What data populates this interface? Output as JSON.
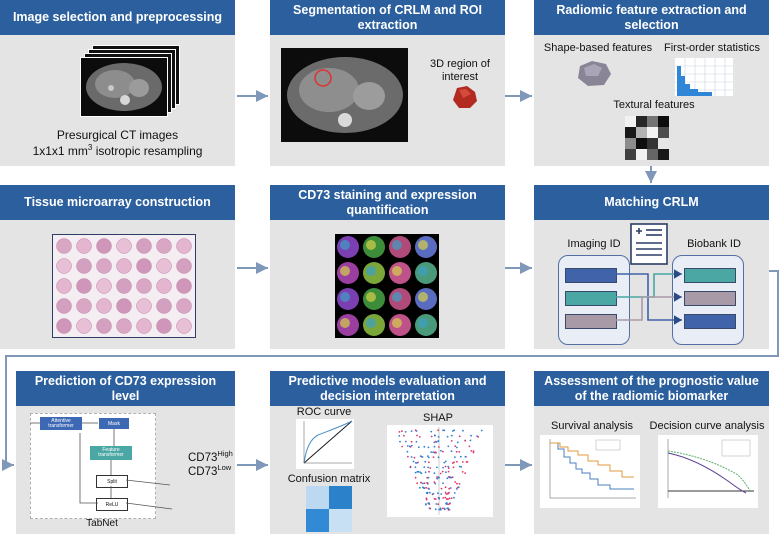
{
  "panels": {
    "p1": {
      "title": "Image selection and preprocessing",
      "caption_line1": "Presurgical CT images",
      "caption_line2_pre": "1x1x1 mm",
      "caption_sup": "3",
      "caption_line2_post": " isotropic resampling"
    },
    "p2": {
      "title_line1": "Segmentation of CRLM and ROI",
      "title_line2": "extraction",
      "roi_label_line1": "3D region of",
      "roi_label_line2": "interest"
    },
    "p3": {
      "title_line1": "Radiomic feature extraction and",
      "title_line2": "selection",
      "shape_label": "Shape-based features",
      "firstorder_label": "First-order statistics",
      "textural_label": "Textural features"
    },
    "p4": {
      "title": "Tissue microarray construction"
    },
    "p5": {
      "title_line1": "CD73 staining and expression",
      "title_line2": "quantification"
    },
    "p6": {
      "title": "Matching CRLM",
      "imaging_label": "Imaging ID",
      "biobank_label": "Biobank ID"
    },
    "p7": {
      "title_line1": "Prediction of CD73 expression",
      "title_line2": "level",
      "box_attentive": "Attentive transformer",
      "box_mask": "Mask",
      "box_feature": "Feature transformer",
      "box_split": "Split",
      "box_relu": "ReLU",
      "tabnet_label": "TabNet",
      "out_high_base": "CD73",
      "out_high_sup": "High",
      "out_low_base": "CD73",
      "out_low_sup": "Low"
    },
    "p8": {
      "title_line1": "Predictive models evaluation and",
      "title_line2": "decision interpretation",
      "roc_label": "ROC curve",
      "shap_label": "SHAP",
      "cm_label": "Confusion matrix"
    },
    "p9": {
      "title_line1": "Assessment of the prognostic value",
      "title_line2": "of the radiomic biomarker",
      "survival_label": "Survival analysis",
      "dca_label": "Decision curve analysis"
    }
  },
  "colors": {
    "header": "#2c5f9e",
    "panel_bg": "#e4e4e4",
    "connector": "#7f97b8",
    "id_blue": "#4063a9",
    "id_teal": "#4aa7a4",
    "id_mauve": "#a99aa8"
  },
  "texture_grid": [
    [
      0.05,
      0.85,
      0.55,
      0.95
    ],
    [
      0.9,
      0.3,
      0.05,
      0.7
    ],
    [
      0.45,
      0.95,
      0.8,
      0.1
    ],
    [
      0.75,
      0.05,
      0.6,
      0.9
    ]
  ],
  "confusion_matrix_shades": [
    [
      0.2,
      0.85
    ],
    [
      0.8,
      0.15
    ]
  ]
}
